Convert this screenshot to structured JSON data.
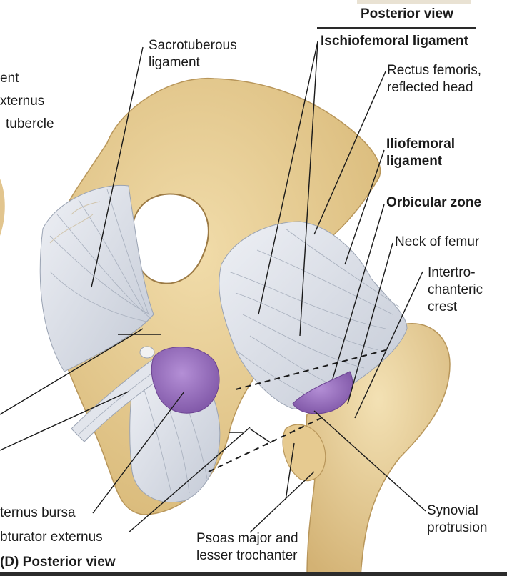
{
  "header": {
    "view_title": "Posterior view"
  },
  "caption": {
    "text": "(D) Posterior view"
  },
  "labels": {
    "sacrotuberous": "Sacrotuberous\nligament",
    "ischiofemoral": "Ischiofemoral ligament",
    "rectus_femoris": "Rectus femoris,\nreflected head",
    "iliofemoral": "Iliofemoral\nligament",
    "orbicular_zone": "Orbicular zone",
    "neck_of_femur": "Neck of femur",
    "intertrochanteric": "Intertro-\nchanteric\ncrest",
    "synovial": "Synovial\nprotrusion",
    "psoas": "Psoas major and\nlesser trochanter",
    "cut_ligament": "ent",
    "cut_externus": "xternus",
    "cut_tubercle": "tubercle",
    "externus_bursa": "ternus bursa",
    "obturator_externus": "bturator externus"
  },
  "colors": {
    "bone": "#e8cf98",
    "bone_shadow": "#c9a86a",
    "ligament": "#d9dde6",
    "ligament_line": "#9aa3b3",
    "synovial": "#9a6fc0",
    "leader": "#1a1a1a"
  }
}
